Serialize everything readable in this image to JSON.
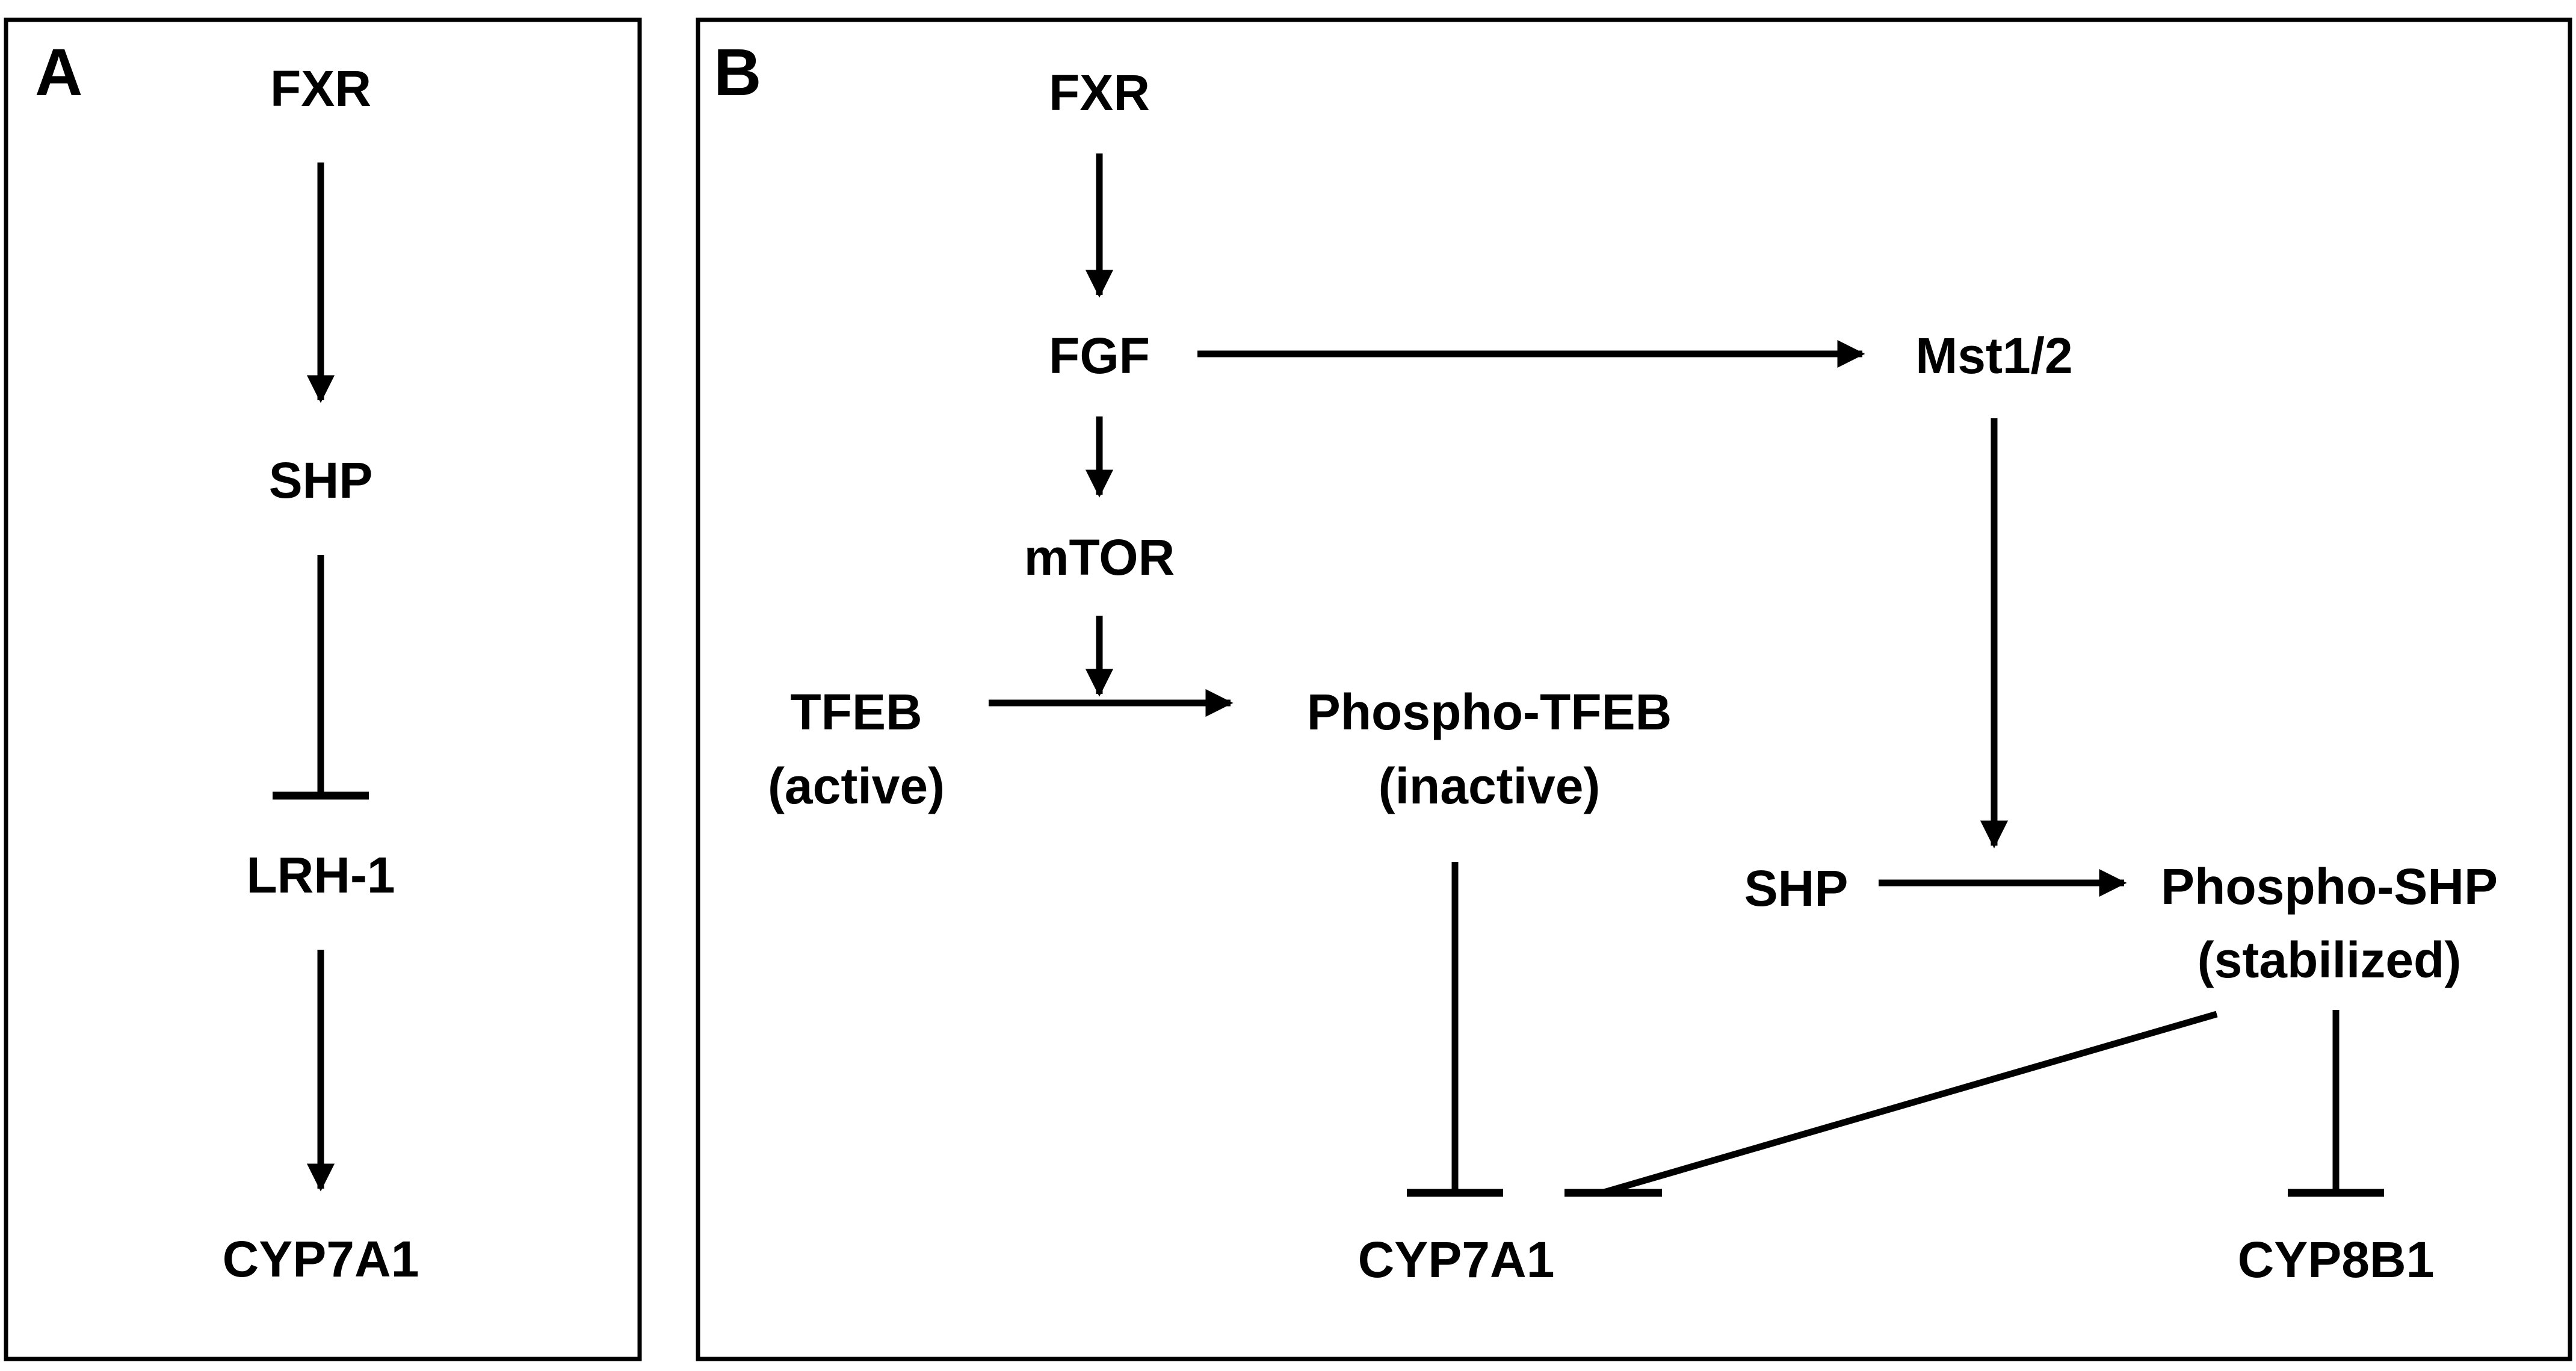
{
  "panel_a": {
    "letter": "A",
    "nodes": {
      "fxr": "FXR",
      "shp": "SHP",
      "lrh1": "LRH-1",
      "cyp7a1": "CYP7A1"
    }
  },
  "panel_b": {
    "letter": "B",
    "nodes": {
      "fxr": "FXR",
      "fgf": "FGF",
      "mst": "Mst1/2",
      "mtor": "mTOR",
      "tfeb_line1": "TFEB",
      "tfeb_line2": "(active)",
      "ptfeb_line1": "Phospho-TFEB",
      "ptfeb_line2": "(inactive)",
      "shp": "SHP",
      "pshp_line1": "Phospho-SHP",
      "pshp_line2": "(stabilized)",
      "cyp7a1": "CYP7A1",
      "cyp8b1": "CYP8B1"
    }
  },
  "edges": [
    {
      "from": "A:FXR",
      "to": "A:SHP",
      "type": "activation"
    },
    {
      "from": "A:SHP",
      "to": "A:LRH-1",
      "type": "inhibition"
    },
    {
      "from": "A:LRH-1",
      "to": "A:CYP7A1",
      "type": "activation"
    },
    {
      "from": "B:FXR",
      "to": "B:FGF",
      "type": "activation"
    },
    {
      "from": "B:FGF",
      "to": "B:Mst1/2",
      "type": "activation"
    },
    {
      "from": "B:FGF",
      "to": "B:mTOR",
      "type": "activation"
    },
    {
      "from": "B:mTOR",
      "to": "B:TFEB->Phospho-TFEB",
      "type": "activation"
    },
    {
      "from": "B:TFEB",
      "to": "B:Phospho-TFEB",
      "type": "conversion"
    },
    {
      "from": "B:Mst1/2",
      "to": "B:SHP->Phospho-SHP",
      "type": "activation"
    },
    {
      "from": "B:SHP",
      "to": "B:Phospho-SHP",
      "type": "conversion"
    },
    {
      "from": "B:Phospho-TFEB",
      "to": "B:CYP7A1",
      "type": "inhibition"
    },
    {
      "from": "B:Phospho-SHP",
      "to": "B:CYP7A1",
      "type": "inhibition"
    },
    {
      "from": "B:Phospho-SHP",
      "to": "B:CYP8B1",
      "type": "inhibition"
    }
  ],
  "colors": {
    "ink": "#000000",
    "background": "#ffffff"
  }
}
